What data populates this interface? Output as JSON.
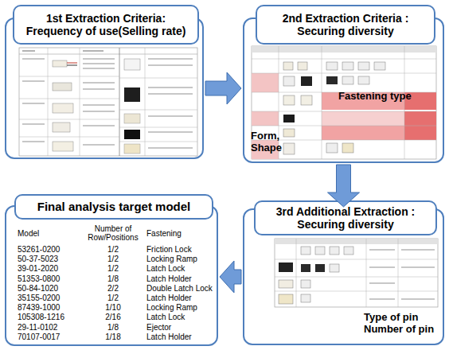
{
  "diagram": {
    "nodes": [
      {
        "text": [
          "1st Extraction Criteria: Frequency of use(Selling rate)"
        ]
      },
      {
        "text": [
          "2nd Extraction Criteria : Securing diversity",
          "Fastening type",
          "Form, Shape"
        ]
      },
      {
        "text": [
          "3rd Additional Extraction : Securing diversity",
          "Type of pin Number of pin"
        ]
      },
      {
        "text": [
          "Final analysis target model"
        ]
      }
    ],
    "edges": [
      {
        "from": 0,
        "to": 1,
        "arrow": "to"
      },
      {
        "from": 1,
        "to": 2,
        "arrow": "to"
      },
      {
        "from": 2,
        "to": 3,
        "arrow": "to"
      }
    ],
    "labels": [
      "Model",
      "Number of Row/Positions",
      "Fastening",
      "53261-0200",
      "1/2",
      "Friction Lock",
      "50-37-5023",
      "1/2",
      "Locking Ramp",
      "39-01-2020",
      "1/2",
      "Latch Lock",
      "51353-0800",
      "1/8",
      "Latch Holder",
      "50-84-1020",
      "2/2",
      "Double Latch Lock",
      "35155-0200",
      "1/2",
      "Latch Holder",
      "87439-1000",
      "1/10",
      "Locking Ramp",
      "105308-1216",
      "2/16",
      "Latch Lock",
      "29-11-0102",
      "1/8",
      "Ejector",
      "70107-0017",
      "1/18",
      "Latch Holder"
    ]
  }
}
